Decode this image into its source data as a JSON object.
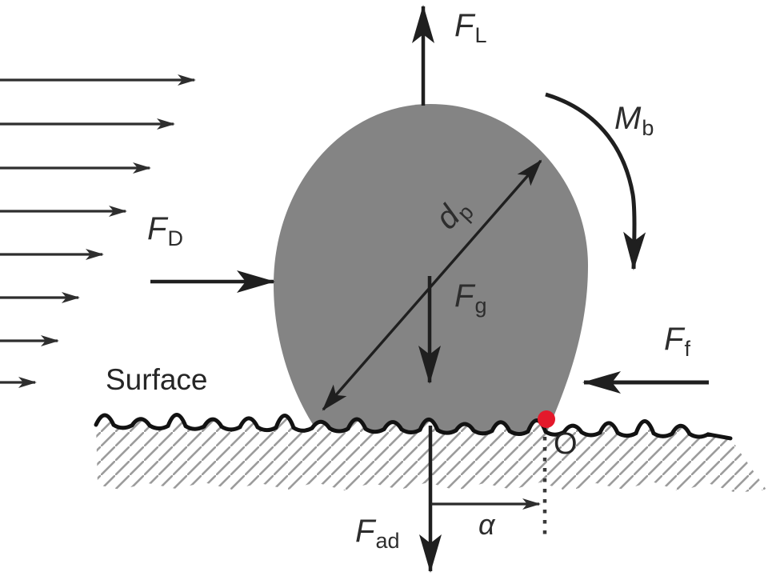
{
  "diagram": {
    "description": "Forces acting on a spherical particle resting on a rough surface in a shear flow",
    "background_color": "#ffffff",
    "particle_color": "#848484",
    "contact_dot_color": "#e4192b",
    "line_color": "#1f1f1f",
    "hatch_color": "#9c9c9c",
    "flow_arrow_count": 8,
    "labels": {
      "lift": {
        "main": "F",
        "sub": "L"
      },
      "moment": {
        "main": "M",
        "sub": "b"
      },
      "diameter": {
        "main": "d",
        "sub": "p"
      },
      "drag": {
        "main": "F",
        "sub": "D"
      },
      "gravity": {
        "main": "F",
        "sub": "g"
      },
      "friction": {
        "main": "F",
        "sub": "f"
      },
      "adhesion": {
        "main": "F",
        "sub": "ad"
      },
      "surface": "Surface",
      "contact_point": "O",
      "alpha": "α"
    }
  }
}
